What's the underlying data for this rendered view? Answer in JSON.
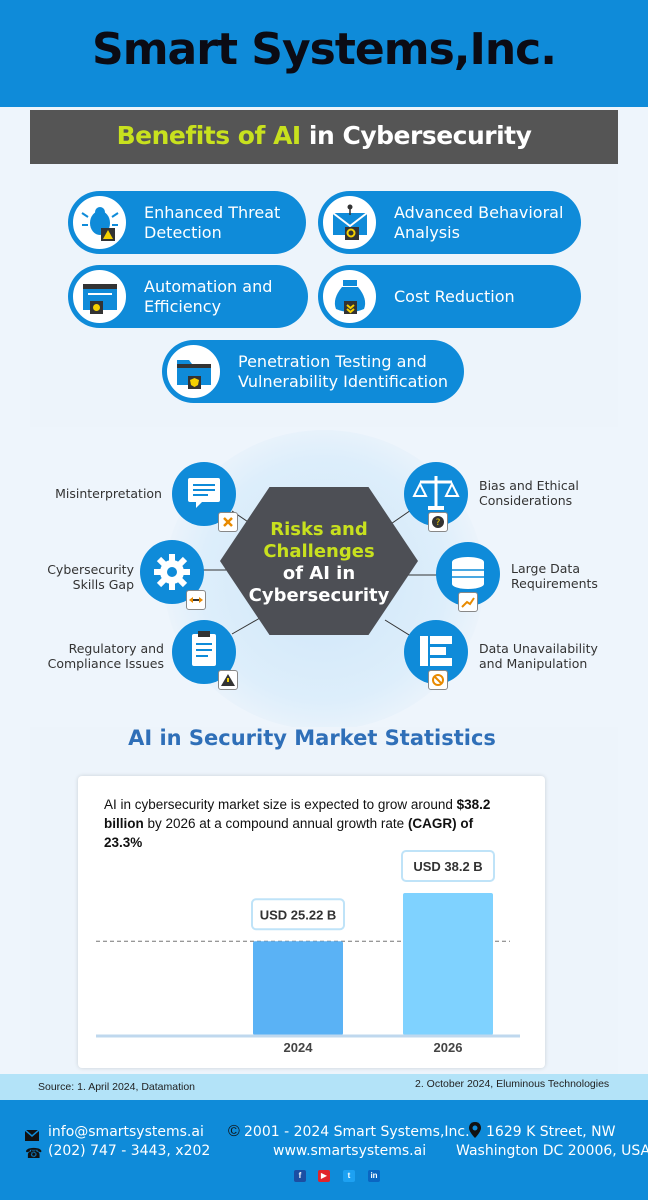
{
  "header": {
    "company": "Smart Systems,Inc."
  },
  "benefits": {
    "title_highlight": "Benefits of AI",
    "title_rest": " in Cybersecurity",
    "items": [
      {
        "label": "Enhanced Threat Detection",
        "icon": "bug-alert-icon"
      },
      {
        "label": "Advanced Behavioral Analysis",
        "icon": "mail-search-icon"
      },
      {
        "label": "Automation and Efficiency",
        "icon": "browser-gear-icon"
      },
      {
        "label": "Cost Reduction",
        "icon": "money-bag-icon"
      },
      {
        "label": "Penetration Testing and Vulnerability Identification",
        "icon": "folder-shield-icon"
      }
    ]
  },
  "risks": {
    "center_highlight_1": "Risks and",
    "center_highlight_2": "Challenges",
    "center_rest_1": "of AI in",
    "center_rest_2": "Cybersecurity",
    "items": [
      {
        "label": "Misinterpretation",
        "icon": "message-icon"
      },
      {
        "label": "Cybersecurity Skills Gap",
        "icon": "gear-icon"
      },
      {
        "label": "Regulatory and Compliance Issues",
        "icon": "clipboard-icon"
      },
      {
        "label": "Bias and Ethical Considerations",
        "icon": "scales-icon"
      },
      {
        "label": "Large Data Requirements",
        "icon": "database-icon"
      },
      {
        "label": "Data Unavailability and Manipulation",
        "icon": "bar-layout-icon"
      }
    ]
  },
  "stats": {
    "title": "AI in Security Market Statistics",
    "desc_1": "AI in cybersecurity market size is expected to grow around ",
    "desc_2": "$38.2 billion",
    "desc_3": " by 2026 at a compound annual growth rate ",
    "desc_4": "(CAGR) of 23.3%"
  },
  "chart_data": {
    "type": "bar",
    "categories": [
      "2024",
      "2026"
    ],
    "values": [
      25.22,
      38.2
    ],
    "data_labels": [
      "USD 25.22 B",
      "USD 38.2 B"
    ],
    "ylim": [
      0,
      38.2
    ],
    "colors": [
      "#5ab2f5",
      "#7fd2ff"
    ]
  },
  "sources": {
    "source_1": "Source: 1. April 2024, Datamation",
    "source_2": "2. October 2024, Eluminous  Technologies"
  },
  "footer": {
    "email": "info@smartsystems.ai",
    "phone": "(202) 747 - 3443, x202",
    "copyright": "2001 - 2024 Smart Systems,Inc.",
    "website": "www.smartsystems.ai",
    "address_1": "1629 K Street, NW",
    "address_2": "Washington DC 20006, USA",
    "social": [
      "f",
      "▶",
      "t",
      "in"
    ]
  },
  "colors": {
    "brand": "#0f8bd9",
    "accent": "#c8e11e",
    "dark": "#4d4f55",
    "stats_title": "#2f6fb8"
  }
}
